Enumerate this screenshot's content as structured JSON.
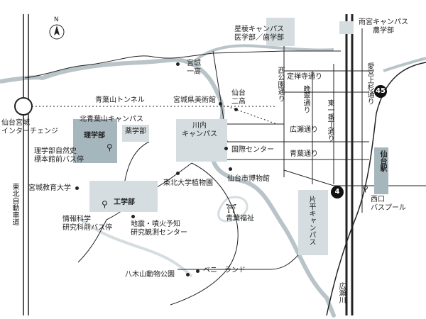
{
  "colors": {
    "campus": "#d6dde1",
    "campus_dark": "#a6b6bd",
    "road": "#222222",
    "river": "#b9c4c9",
    "badge": "#111111"
  },
  "north_label": "N",
  "campuses": {
    "seiryo": {
      "line1": "星稜キャンパス",
      "line2": "医学部／歯学部"
    },
    "amamiya": {
      "line1": "雨宮キャンパス",
      "line2": "農学部"
    },
    "kitaaobayama": "北青葉山キャンパス",
    "rigakubu": "理学部",
    "yakugakubu": "薬学部",
    "kawauchi": {
      "line1": "川内",
      "line2": "キャンパス"
    },
    "kogakubu": "工学部",
    "katahira": "片平キャンパス"
  },
  "places": {
    "miyagi_ichiko": {
      "line1": "宮城",
      "line2": "一高"
    },
    "miyagi_museum": "宮城県美術館",
    "sendai_niko": {
      "line1": "仙台",
      "line2": "二高"
    },
    "international_center": "国際センター",
    "botanical_garden": "東北大学植物園",
    "city_museum": "仙台市博物館",
    "aoba_shrine": "青葉福祉",
    "miyagi_edu_univ": "宮城教育大学",
    "busstop_science": {
      "line1": "理学部自然史",
      "line2": "標本館前バス停"
    },
    "busstop_info": {
      "line1": "情報科学",
      "line2": "研究科前バス停"
    },
    "earthquake_center": {
      "line1": "地震・噴火予知",
      "line2": "研究観測センター"
    },
    "yagiyama_zoo": "八木山動物公園",
    "benny_land": "ベニーランド",
    "sendai_station": "仙台駅",
    "nishiguchi_bus_pool": {
      "line1": "西口",
      "line2": "バスプール"
    }
  },
  "roads": {
    "aobayama_tunnel": "青葉山トンネル",
    "jozenji": "定禅寺通り",
    "nishi_koen": "西公園通り",
    "bansui": "晩翠通り",
    "higashi_ichibancho": "東一番丁通り",
    "miyagi_kamisugi": "愛宮上杉通り",
    "hirose_dori": "広瀬通り",
    "aoba_dori": "青葉通り",
    "tohoku_expressway": "東北自動車道",
    "sendai_miyagi_ic": {
      "line1": "仙台宮城",
      "line2": "インターチェンジ"
    },
    "route_45": "45",
    "route_4": "4",
    "hirose_river": "広瀬川"
  }
}
